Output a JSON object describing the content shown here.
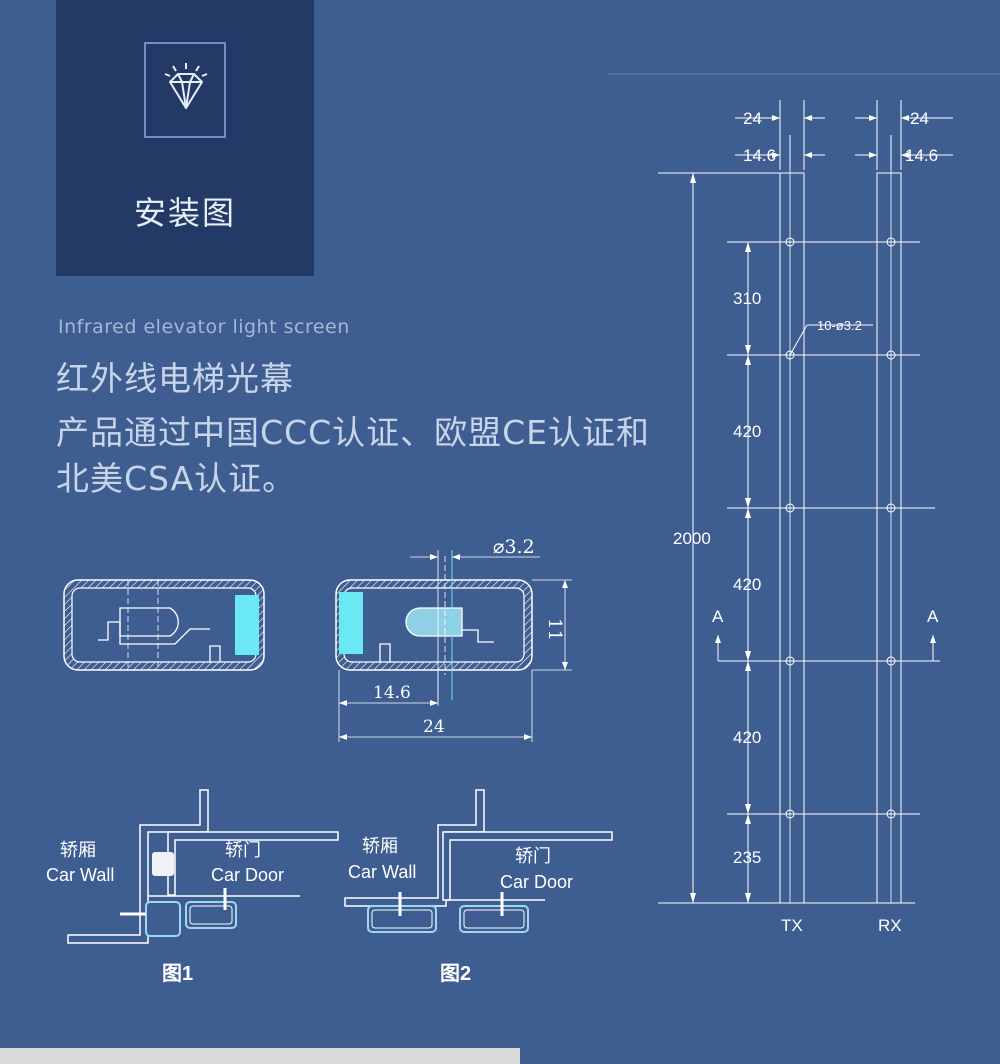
{
  "header": {
    "title": "安装图",
    "icon": "diamond-icon"
  },
  "intro": {
    "subtitle_en": "Infrared elevator light screen",
    "title_cn": "红外线电梯光幕",
    "description_cn": "产品通过中国CCC认证、欧盟CE认证和北美CSA认证。"
  },
  "section_diagram": {
    "dim_diameter": "⌀3.2",
    "dim_height": "11",
    "dim_inner_width": "14.6",
    "dim_outer_width": "24"
  },
  "install_figures": [
    {
      "wall_cn": "轿厢",
      "wall_en": "Car Wall",
      "door_cn": "轿门",
      "door_en": "Car Door",
      "caption": "图1"
    },
    {
      "wall_cn": "轿厢",
      "wall_en": "Car Wall",
      "door_cn": "轿门",
      "door_en": "Car Door",
      "caption": "图2"
    }
  ],
  "drawing": {
    "width_outer_left": "24",
    "width_outer_right": "24",
    "width_inner_left": "14.6",
    "width_inner_right": "14.6",
    "total_height": "2000",
    "holes_label": "10-ø3.2",
    "spacings": [
      "310",
      "420",
      "420",
      "420",
      "235"
    ],
    "section_mark_left": "A",
    "section_mark_right": "A",
    "tx_label": "TX",
    "rx_label": "RX"
  },
  "colors": {
    "background": "#3e5d91",
    "header_box": "#233a66",
    "line": "#ffffff",
    "accent": "#7eeaf5"
  }
}
